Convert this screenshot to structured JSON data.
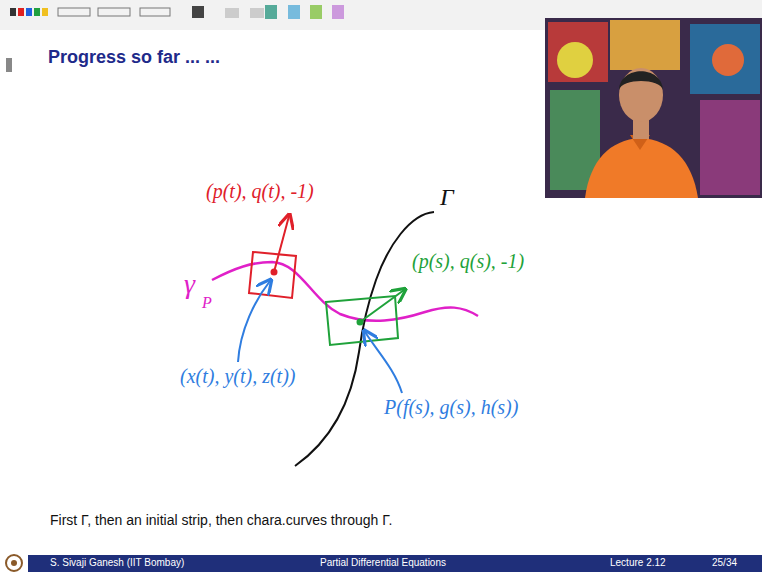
{
  "diagram": {
    "title": "Progress so far ... ...",
    "caption": "First Γ, then an initial strip, then chara.curves through Γ.",
    "labels": [
      "(p(t), q(t), -1)",
      "(p(s), q(s), -1)",
      "Γ",
      "γ",
      "P",
      "(x(t), y(t), z(t))",
      "P(f(s), g(s), h(s))",
      "S. Sivaji Ganesh (IIT Bombay)",
      "Partial Differential Equations",
      "Lecture 2.12",
      "25/34"
    ]
  }
}
